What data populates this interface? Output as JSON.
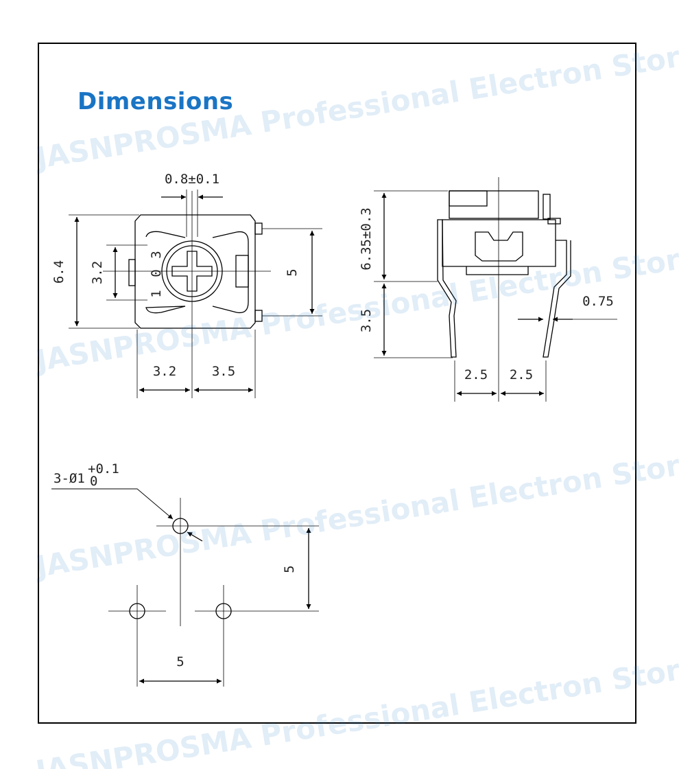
{
  "heading": "Dimensions",
  "watermark": "JASNPROSMA Professional Electron Store",
  "accent_color": "#1a74c4",
  "top_view": {
    "pin_width": "0.8±0.1",
    "height": "6.4",
    "inner_height": "3.2",
    "pin_pitch_v": "5",
    "left_width": "3.2",
    "right_width": "3.5",
    "marking": [
      "1",
      "0",
      "3"
    ]
  },
  "side_view": {
    "body_height": "6.35±0.3",
    "lead_length": "3.5",
    "lead_thickness": "0.75",
    "pitch_left": "2.5",
    "pitch_right": "2.5"
  },
  "footprint": {
    "holes": "3-Ø1",
    "tol_plus": "+0.1",
    "tol_minus": "0",
    "vertical_spacing": "5",
    "horizontal_spacing": "5"
  }
}
